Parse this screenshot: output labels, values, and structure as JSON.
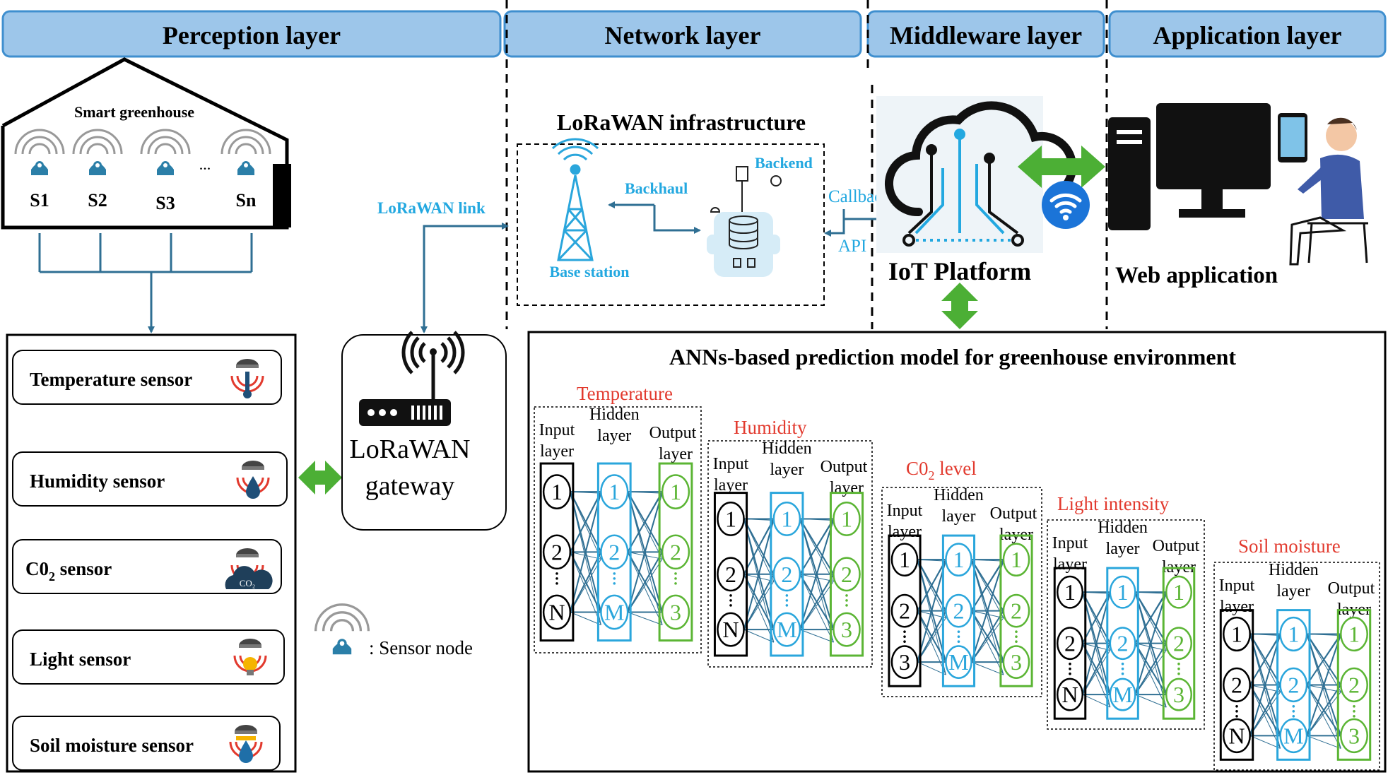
{
  "colors": {
    "header_fill": "#9dc6ea",
    "header_stroke": "#3f8fcf",
    "accent_blue": "#23a8e0",
    "connector": "#2f6f93",
    "green_arrow": "#4caf35",
    "red": "#e23a2e",
    "node_blue": "#2aa6dc",
    "node_green": "#5bb534",
    "node_black": "#000000",
    "edge": "#2f6f93",
    "sensor_icon": "#2b7fa8"
  },
  "layers": [
    {
      "id": "perception",
      "label": "Perception layer"
    },
    {
      "id": "network",
      "label": "Network layer"
    },
    {
      "id": "middleware",
      "label": "Middleware layer"
    },
    {
      "id": "application",
      "label": "Application layer"
    }
  ],
  "greenhouse": {
    "title": "Smart greenhouse",
    "ellipsis": "...",
    "sensor_nodes": [
      "S1",
      "S2",
      "S3",
      "Sn"
    ]
  },
  "sensors": [
    {
      "name": "Temperature  sensor",
      "icon": "thermometer-icon"
    },
    {
      "name": "Humidity sensor",
      "icon": "humidity-drop-icon"
    },
    {
      "name_main": "C0",
      "name_sub": "2",
      "name_rest": " sensor",
      "icon": "co2-cloud-icon",
      "badge": "CO₂"
    },
    {
      "name": "Light  sensor",
      "icon": "light-bulb-icon"
    },
    {
      "name": "Soil moisture sensor",
      "icon": "soil-drop-icon"
    }
  ],
  "legend": {
    "text": ": Sensor node",
    "icon": "sensor-node-icon"
  },
  "gateway": {
    "line1": "LoRaWAN",
    "line2": "gateway"
  },
  "links": {
    "lorawan_link": "LoRaWAN  link",
    "backhaul": "Backhaul",
    "callback": "Callback",
    "api": "API"
  },
  "infrastructure": {
    "title": "LoRaWAN  infrastructure",
    "base_station": "Base station",
    "backend": "Backend"
  },
  "iot_platform": {
    "label": "IoT Platform"
  },
  "web_application": {
    "label": "Web application"
  },
  "model": {
    "title": "ANNs-based prediction model for greenhouse environment",
    "networks": [
      {
        "title": "Temperature",
        "input": [
          "1",
          "2",
          "N"
        ],
        "hidden": [
          "1",
          "2",
          "M"
        ],
        "output": [
          "1",
          "2",
          "3"
        ]
      },
      {
        "title": "Humidity",
        "input": [
          "1",
          "2",
          "N"
        ],
        "hidden": [
          "1",
          "2",
          "M"
        ],
        "output": [
          "1",
          "2",
          "3"
        ]
      },
      {
        "title_main": "C0",
        "title_sub": "2",
        "title_rest": " level",
        "input": [
          "1",
          "2",
          "3"
        ],
        "hidden": [
          "1",
          "2",
          "M"
        ],
        "output": [
          "1",
          "2",
          "3"
        ]
      },
      {
        "title": "Light intensity",
        "input": [
          "1",
          "2",
          "N"
        ],
        "hidden": [
          "1",
          "2",
          "M"
        ],
        "output": [
          "1",
          "2",
          "3"
        ]
      },
      {
        "title": "Soil moisture",
        "input": [
          "1",
          "2",
          "N"
        ],
        "hidden": [
          "1",
          "2",
          "M"
        ],
        "output": [
          "1",
          "2",
          "3"
        ]
      }
    ],
    "layer_labels": {
      "input_1": "Input",
      "input_2": "layer",
      "hidden_1": "Hidden",
      "hidden_2": "layer",
      "output_1": "Output",
      "output_2": "layer"
    }
  }
}
